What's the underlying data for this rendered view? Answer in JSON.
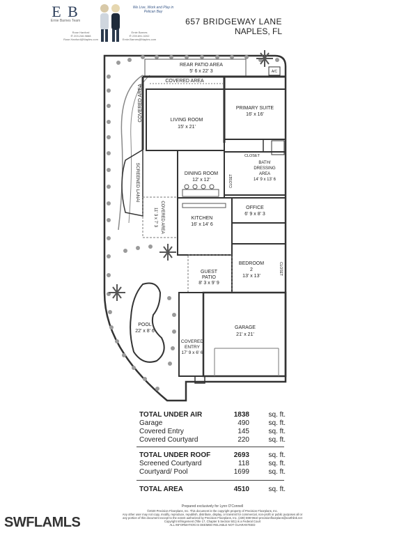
{
  "header": {
    "logo_text": "E B",
    "logo_sub": "Ernie Barnes Team",
    "tagline": "We Live, Work and Play in Pelican Bay",
    "agent1": [
      "Rose Hanford",
      "✆ 203.246.9888",
      "Rose.Hanford@Naples.com"
    ],
    "agent2": [
      "Ernie Barnes",
      "✆ 239.691.0202",
      "Ernie.Barnes@Naples.com"
    ],
    "address_line1": "657 BRIDGEWAY LANE",
    "address_line2": "NAPLES, FL"
  },
  "rooms": {
    "rear_patio": "REAR PATIO AREA",
    "rear_patio_dim": "5' 6 x 22' 3",
    "covered_area_top": "COVERED AREA",
    "ac": "A/C",
    "covered_area_side": "COVERED AREA",
    "primary_suite": "PRIMARY SUITE",
    "primary_suite_dim": "16' x 16'",
    "living_room": "LIVING ROOM",
    "living_room_dim": "15' x 21'",
    "closet_top": "CLOSET",
    "closet_side": "CLOSET",
    "bath": "BATH/",
    "bath2": "DRESSING",
    "bath3": "AREA",
    "bath_dim": "14' 9 x 13' 6",
    "dining_room": "DINING ROOM",
    "dining_room_dim": "12' x 12'",
    "screened_lanai": "SCREENED LANAI",
    "covered_area_mid": "COVERED AREA",
    "covered_area_mid_dim": "11' 3 x 7' 3",
    "office": "OFFICE",
    "office_dim": "6' 9 x 8' 3",
    "kitchen": "KITCHEN",
    "kitchen_dim": "16' x 14' 6",
    "bedroom": "BEDROOM",
    "bedroom2": "2",
    "bedroom_dim": "13' x 13'",
    "closet_bed": "CLOSET",
    "guest_patio": "GUEST",
    "guest_patio2": "PATIO",
    "guest_patio_dim": "8' 3 x 9' 9",
    "pool": "POOL",
    "pool_dim": "22' x 8' 6",
    "garage": "GARAGE",
    "garage_dim": "21' x 21'",
    "covered_entry": "COVERED",
    "covered_entry2": "ENTRY",
    "covered_entry_dim": "17' 9 x 6' 6"
  },
  "table": {
    "r1": {
      "label": "TOTAL UNDER AIR",
      "value": "1838",
      "unit": "sq. ft."
    },
    "r2": {
      "label": "Garage",
      "value": "490",
      "unit": "sq. ft."
    },
    "r3": {
      "label": "Covered Entry",
      "value": "145",
      "unit": "sq. ft."
    },
    "r4": {
      "label": "Covered Courtyard",
      "value": "220",
      "unit": "sq. ft."
    },
    "r5": {
      "label": "TOTAL UNDER ROOF",
      "value": "2693",
      "unit": "sq. ft."
    },
    "r6": {
      "label": "Screened Courtyard",
      "value": "118",
      "unit": "sq. ft."
    },
    "r7": {
      "label": "Courtyard/ Pool",
      "value": "1699",
      "unit": "sq. ft."
    },
    "r8": {
      "label": "TOTAL AREA",
      "value": "4510",
      "unit": "sq. ft."
    }
  },
  "footer": {
    "line1": "Prepared exclusively for Lynn O'Connell",
    "line2": "©2020 Precision Floorplans, Inc. This document is the copyright property of Precision Floorplans, Inc.",
    "line3": "Any other user may not copy, modify, reproduce, republish, distribute, display, or transmit for commercial, non-profit or public purposes all or",
    "line4": "any portion of this document except to the extent authorized by Precision Floorplans, Inc. (239) 598-9610 precisionfloorplans@earthlink.net",
    "line5": "Copyright Infringement (Title 17, Chapter 5 Section 501) is a Federal Court",
    "line6": "ALL INFORMATION IS DEEMED RELIABLE NOT GUARANTEED"
  },
  "watermark": "SWFLAMLS"
}
